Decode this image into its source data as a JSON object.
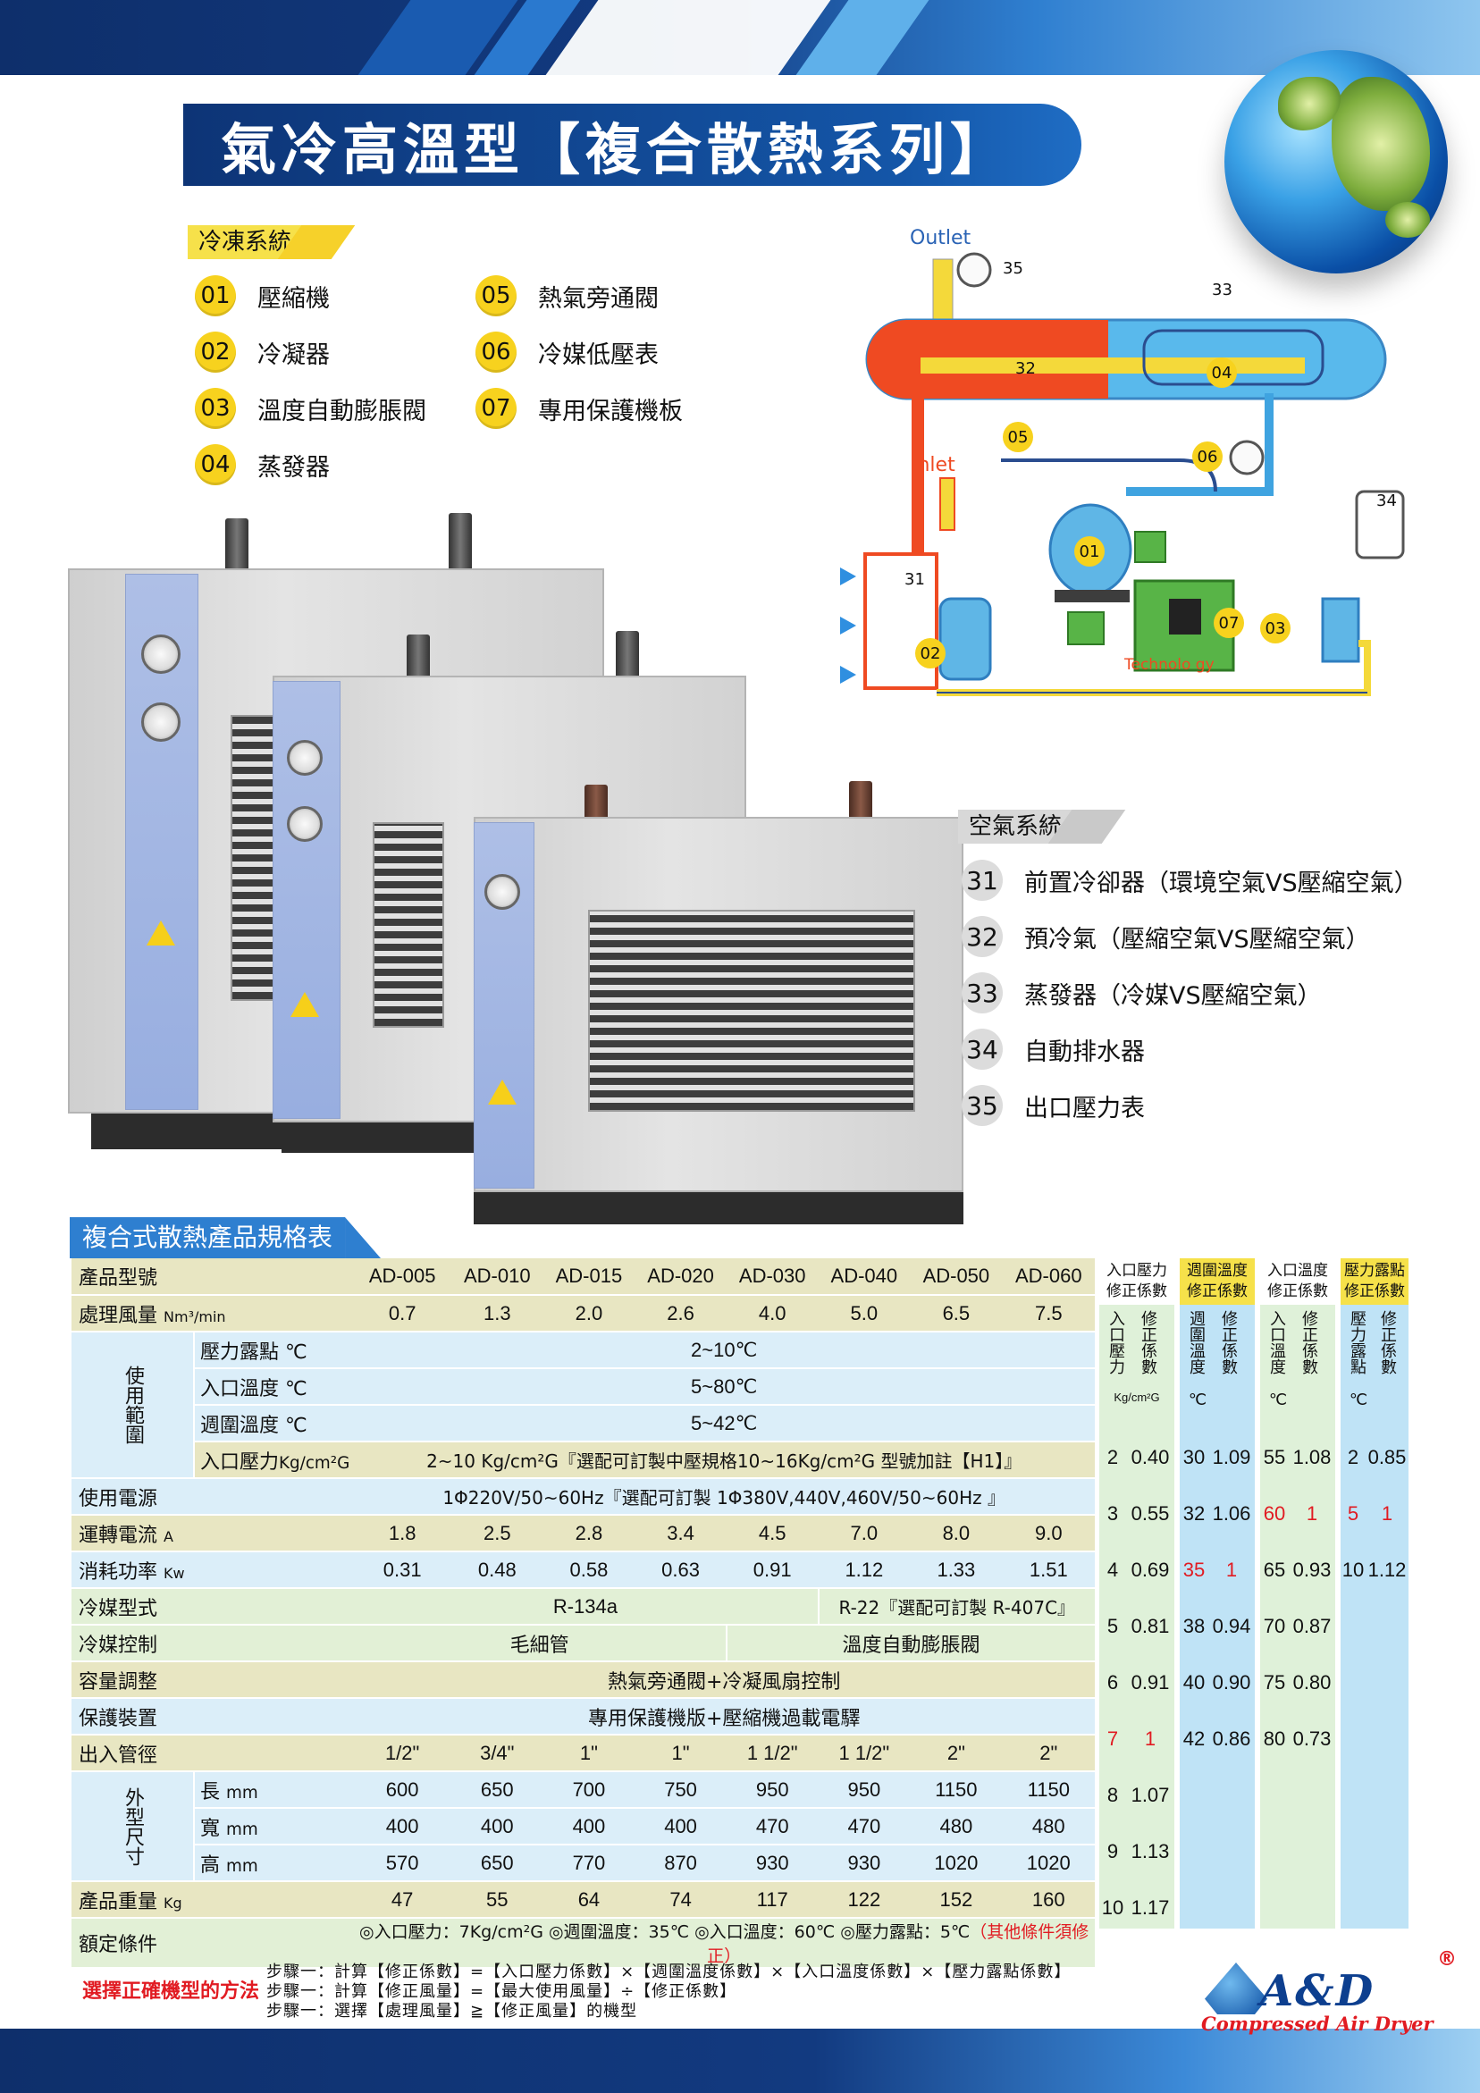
{
  "title": "氣冷高溫型【複合散熱系列】",
  "freon_section": {
    "heading": "冷凍系統",
    "items": [
      {
        "num": "01",
        "label": "壓縮機"
      },
      {
        "num": "02",
        "label": "冷凝器"
      },
      {
        "num": "03",
        "label": "溫度自動膨脹閥"
      },
      {
        "num": "04",
        "label": "蒸發器"
      },
      {
        "num": "05",
        "label": "熱氣旁通閥"
      },
      {
        "num": "06",
        "label": "冷媒低壓表"
      },
      {
        "num": "07",
        "label": "專用保護機板"
      }
    ]
  },
  "air_section": {
    "heading": "空氣系統",
    "items": [
      {
        "num": "31",
        "label": "前置冷卻器（環境空氣VS壓縮空氣）"
      },
      {
        "num": "32",
        "label": "預冷氣（壓縮空氣VS壓縮空氣）"
      },
      {
        "num": "33",
        "label": "蒸發器（冷媒VS壓縮空氣）"
      },
      {
        "num": "34",
        "label": "自動排水器"
      },
      {
        "num": "35",
        "label": "出口壓力表"
      }
    ]
  },
  "schematic": {
    "outlet": "Outlet",
    "inlet": "Inlet",
    "technology": "Technolo gy",
    "tags": [
      "31",
      "32",
      "33",
      "34",
      "35",
      "01",
      "02",
      "03",
      "04",
      "05",
      "06",
      "07"
    ]
  },
  "spec_table": {
    "heading": "複合式散熱產品規格表",
    "model_label": "產品型號",
    "models": [
      "AD-005",
      "AD-010",
      "AD-015",
      "AD-020",
      "AD-030",
      "AD-040",
      "AD-050",
      "AD-060"
    ],
    "flow_label": "處理風量",
    "flow_unit": "Nm³/min",
    "flow": [
      "0.7",
      "1.3",
      "2.0",
      "2.6",
      "4.0",
      "5.0",
      "6.5",
      "7.5"
    ],
    "use_range_label": "使用範圍",
    "dew_label": "壓力露點 ℃",
    "dew_value": "2~10℃",
    "inlet_temp_label": "入口溫度 ℃",
    "inlet_temp_value": "5~80℃",
    "ambient_label": "週圍溫度 ℃",
    "ambient_value": "5~42℃",
    "inlet_press_label": "入口壓力",
    "inlet_press_unit": "Kg/cm²G",
    "inlet_press_value": "2~10 Kg/cm²G『選配可訂製中壓規格10~16Kg/cm²G 型號加註【H1】』",
    "power_label": "使用電源",
    "power_value": "1Φ220V/50~60Hz『選配可訂製 1Φ380V,440V,460V/50~60Hz 』",
    "current_label": "運轉電流",
    "current_unit": "A",
    "current": [
      "1.8",
      "2.5",
      "2.8",
      "3.4",
      "4.5",
      "7.0",
      "8.0",
      "9.0"
    ],
    "consumption_label": "消耗功率",
    "consumption_unit": "Kw",
    "consumption": [
      "0.31",
      "0.48",
      "0.58",
      "0.63",
      "0.91",
      "1.12",
      "1.33",
      "1.51"
    ],
    "refrigerant_label": "冷媒型式",
    "refrigerant_a": "R-134a",
    "refrigerant_b": "R-22『選配可訂製 R-407C』",
    "control_label": "冷媒控制",
    "control_a": "毛細管",
    "control_b": "溫度自動膨脹閥",
    "capacity_label": "容量調整",
    "capacity_value": "熱氣旁通閥+冷凝風扇控制",
    "protect_label": "保護裝置",
    "protect_value": "專用保護機版+壓縮機過載電驛",
    "pipe_label": "出入管徑",
    "pipe": [
      "1/2\"",
      "3/4\"",
      "1\"",
      "1\"",
      "1 1/2\"",
      "1 1/2\"",
      "2\"",
      "2\""
    ],
    "dim_label": "外型尺寸",
    "length_label": "長",
    "width_label": "寬",
    "height_label": "高",
    "dim_unit": "mm",
    "length": [
      "600",
      "650",
      "700",
      "750",
      "950",
      "950",
      "1150",
      "1150"
    ],
    "width": [
      "400",
      "400",
      "400",
      "400",
      "470",
      "470",
      "480",
      "480"
    ],
    "height": [
      "570",
      "650",
      "770",
      "870",
      "930",
      "930",
      "1020",
      "1020"
    ],
    "weight_label": "產品重量",
    "weight_unit": "Kg",
    "weight": [
      "47",
      "55",
      "64",
      "74",
      "117",
      "122",
      "152",
      "160"
    ],
    "rated_label": "額定條件",
    "rated_value": "◎入口壓力：7Kg/cm²G ◎週圍溫度：35℃ ◎入口溫度：60℃ ◎壓力露點：5℃",
    "rated_note": "（其他條件須修正）"
  },
  "correction": {
    "headers": [
      "入口壓力修正係數",
      "週圍溫度修正係數",
      "入口溫度修正係數",
      "壓力露點修正係數"
    ],
    "sub_a": [
      "入口壓力",
      "週圍溫度",
      "入口溫度",
      "壓力露點"
    ],
    "sub_b": "修正係數",
    "unit_a": [
      "Kg/cm²G",
      "℃",
      "℃",
      "℃"
    ],
    "pressure": [
      [
        "2",
        "0.40"
      ],
      [
        "3",
        "0.55"
      ],
      [
        "4",
        "0.69"
      ],
      [
        "5",
        "0.81"
      ],
      [
        "6",
        "0.91"
      ],
      [
        "7",
        "1"
      ],
      [
        "8",
        "1.07"
      ],
      [
        "9",
        "1.13"
      ],
      [
        "10",
        "1.17"
      ]
    ],
    "ambient": [
      [
        "30",
        "1.09"
      ],
      [
        "32",
        "1.06"
      ],
      [
        "35",
        "1"
      ],
      [
        "38",
        "0.94"
      ],
      [
        "40",
        "0.90"
      ],
      [
        "42",
        "0.86"
      ]
    ],
    "inlet_temp": [
      [
        "55",
        "1.08"
      ],
      [
        "60",
        "1"
      ],
      [
        "65",
        "0.93"
      ],
      [
        "70",
        "0.87"
      ],
      [
        "75",
        "0.80"
      ],
      [
        "80",
        "0.73"
      ]
    ],
    "dew": [
      [
        "2",
        "0.85"
      ],
      [
        "5",
        "1"
      ],
      [
        "10",
        "1.12"
      ]
    ]
  },
  "method": {
    "label": "選擇正確機型的方法",
    "steps": [
      "步驟一：計算【修正係數】=【入口壓力係數】×【週圍溫度係數】×【入口溫度係數】×【壓力露點係數】",
      "步驟一：計算【修正風量】=【最大使用風量】÷【修正係數】",
      "步驟一：選擇【處理風量】≧【修正風量】的機型"
    ]
  },
  "brand": {
    "logo_text": "A&D",
    "tagline": "Compressed Air Dryer",
    "reg": "®"
  },
  "colors": {
    "brand_blue": "#123a80",
    "badge_yellow": "#f7d21e",
    "highlight_red": "#e11b22"
  }
}
